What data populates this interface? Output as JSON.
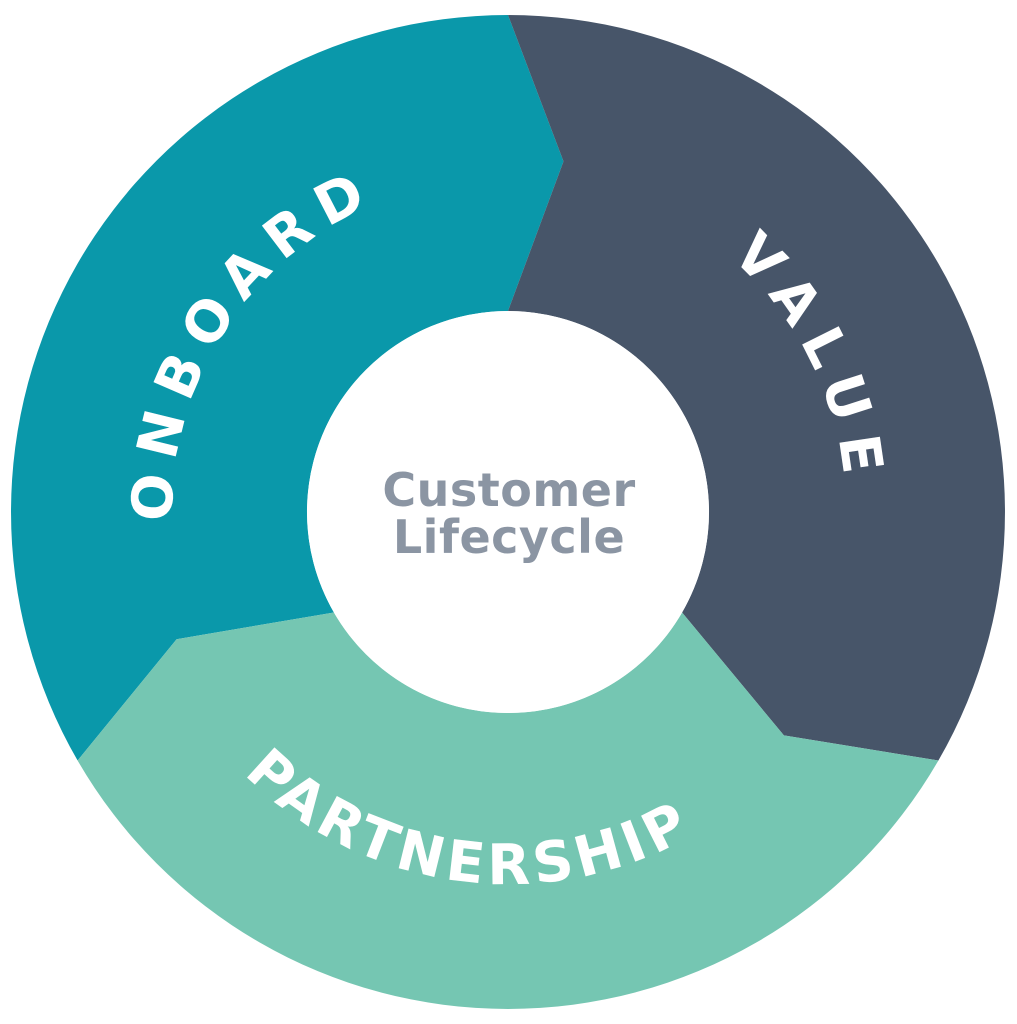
{
  "page": {
    "background": "#FFFFFF"
  },
  "diagram": {
    "type": "cycle-donut",
    "flow_direction": "clockwise",
    "title": "Customer Lifecycle",
    "center": {
      "line1": "Customer",
      "line2": "Lifecycle",
      "text_color": "#8B95A3",
      "disk_color": "#FFFFFF"
    },
    "label_color": "#FFFFFF",
    "segments": [
      {
        "id": "onboard",
        "label": "ONBOARD",
        "color": "#0A98AA",
        "position": "upper-left"
      },
      {
        "id": "value",
        "label": "VALUE",
        "color": "#475569",
        "position": "right"
      },
      {
        "id": "partnership",
        "label": "PARTNERSHIP",
        "color": "#75C6B2",
        "position": "bottom"
      }
    ]
  }
}
